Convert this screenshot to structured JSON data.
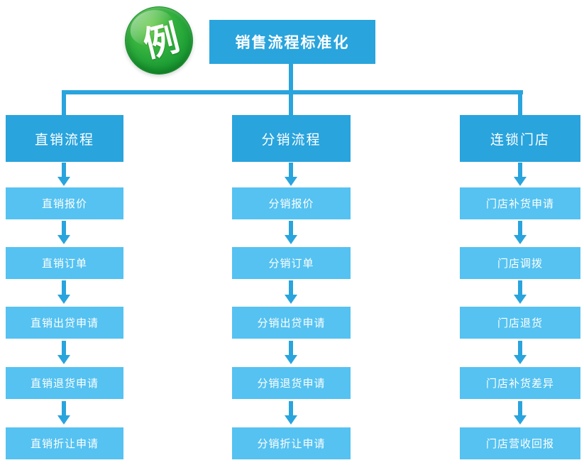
{
  "badge": {
    "label": "例"
  },
  "title": "销售流程标准化",
  "columns": [
    {
      "header": "直销流程",
      "items": [
        "直销报价",
        "直销订单",
        "直销出贷申请",
        "直销退货申请",
        "直销折让申请"
      ]
    },
    {
      "header": "分销流程",
      "items": [
        "分销报价",
        "分销订单",
        "分销出贷申请",
        "分销退货申请",
        "分销折让申请"
      ]
    },
    {
      "header": "连锁门店",
      "items": [
        "门店补货申请",
        "门店调拨",
        "门店退货",
        "门店补货差异",
        "门店营收回报"
      ]
    }
  ],
  "colors": {
    "node_header_blue": "#29a4dd",
    "node_item_blue": "#55c2f1",
    "badge_green": "#1c9c34"
  }
}
